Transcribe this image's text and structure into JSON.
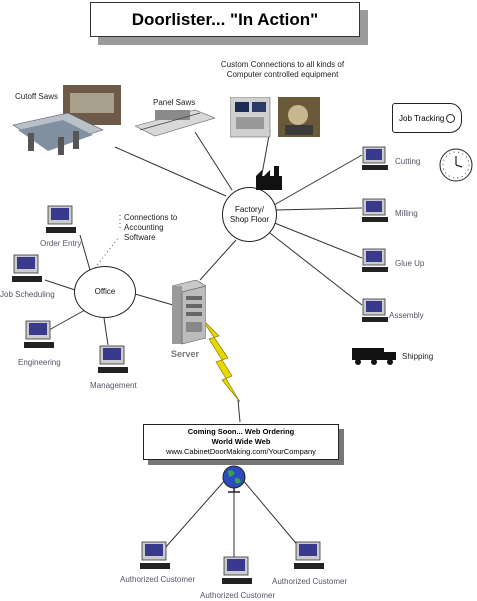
{
  "title": "Doorlister... \"In Action\"",
  "hubs": {
    "factory": "Factory/ Shop Floor",
    "office": "Office",
    "server": "Server"
  },
  "machines": {
    "cutoff_saws": "Cutoff Saws",
    "panel_saws": "Panel Saws",
    "custom_connections": "Custom Connections to all kinds of Computer controlled equipment"
  },
  "job_tracking": "Job Tracking",
  "factory_stations": [
    "Cutting",
    "Milling",
    "Glue Up",
    "Assembly"
  ],
  "shipping": "Shipping",
  "office_stations": [
    "Order Entry",
    "Job Scheduling",
    "Engineering",
    "Management"
  ],
  "accounting": "Connections to Accounting Software",
  "web": {
    "line1": "Coming Soon... Web Ordering",
    "line2": "World Wide Web",
    "line3": "www.CabinetDoorMaking.com/YourCompany"
  },
  "customers": [
    "Authorized Customer",
    "Authorized Customer",
    "Authorized Customer"
  ],
  "colors": {
    "monitor_screen": "#3a3a8c",
    "bolt": "#e8d800",
    "shadow": "#9a9a9a"
  }
}
